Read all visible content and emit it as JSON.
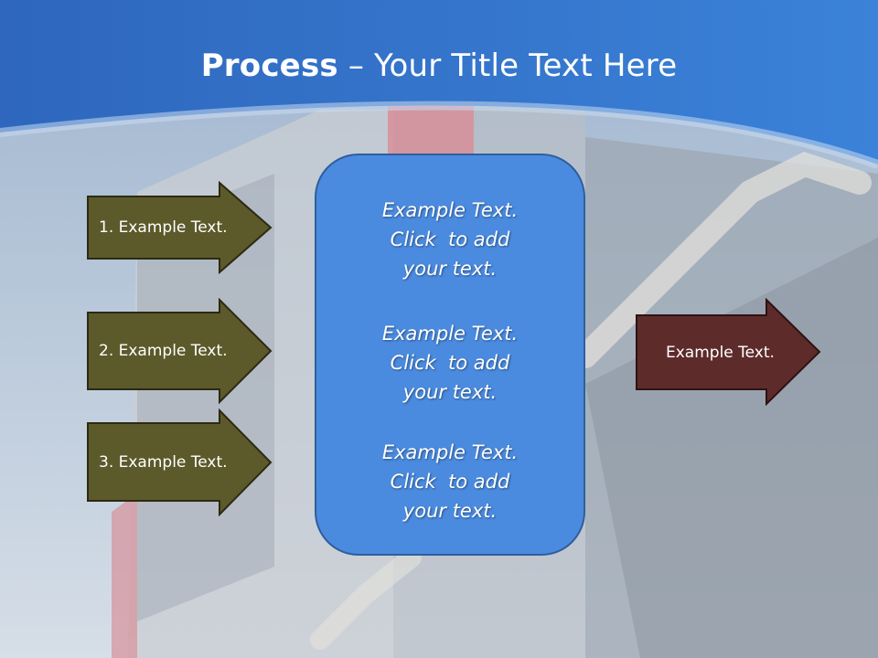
{
  "title": {
    "bold": "Process",
    "rest": " – Your Title Text Here"
  },
  "colors": {
    "header_blue": "#2f6fc7",
    "step_arrow_fill": "#5c5a2b",
    "step_arrow_stroke": "#2c2a12",
    "output_arrow_fill": "#5e2b2b",
    "output_arrow_stroke": "#2e1212",
    "center_box_fill": "#4a8be0",
    "center_box_stroke": "#2f5e9c"
  },
  "steps": [
    {
      "label": "1. Example Text."
    },
    {
      "label": "2. Example Text."
    },
    {
      "label": "3. Example Text."
    }
  ],
  "center_blocks": [
    {
      "line1": "Example Text.",
      "line2": "Click  to add",
      "line3": "your text."
    },
    {
      "line1": "Example Text.",
      "line2": "Click  to add",
      "line3": "your text."
    },
    {
      "line1": "Example Text.",
      "line2": "Click  to add",
      "line3": "your text."
    }
  ],
  "output": {
    "label": "Example Text."
  }
}
